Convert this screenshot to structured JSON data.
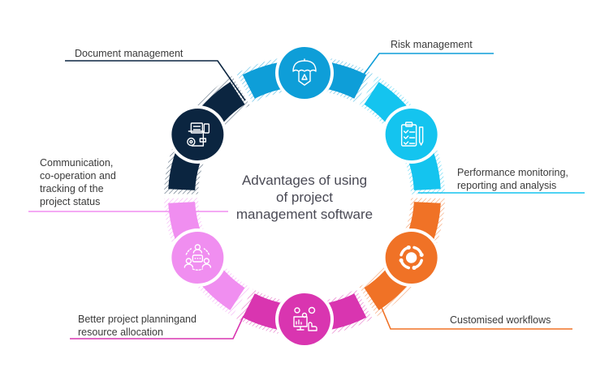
{
  "title": {
    "lines": [
      "Advantages of using",
      "of project",
      "management software"
    ]
  },
  "segments": [
    {
      "id": "risk",
      "label_lines": [
        "Risk management"
      ],
      "color": "#0e9ed8",
      "icon": "umbrella-shield-icon"
    },
    {
      "id": "performance",
      "label_lines": [
        "Performance monitoring,",
        "reporting and analysis"
      ],
      "color": "#14c4ef",
      "icon": "clipboard-checklist-icon"
    },
    {
      "id": "workflows",
      "label_lines": [
        "Customised workflows"
      ],
      "color": "#f07226",
      "icon": "circular-arrows-icon"
    },
    {
      "id": "planning",
      "label_lines": [
        "Better project planningand",
        "resource allocation"
      ],
      "color": "#d935b0",
      "icon": "analytics-gear-icon"
    },
    {
      "id": "communication",
      "label_lines": [
        "Communication,",
        "co-operation and",
        "tracking of the",
        "project status"
      ],
      "color": "#f08ef0",
      "icon": "team-chat-icon"
    },
    {
      "id": "document",
      "label_lines": [
        "Document management"
      ],
      "color": "#0b2540",
      "icon": "documents-gear-icon"
    }
  ]
}
